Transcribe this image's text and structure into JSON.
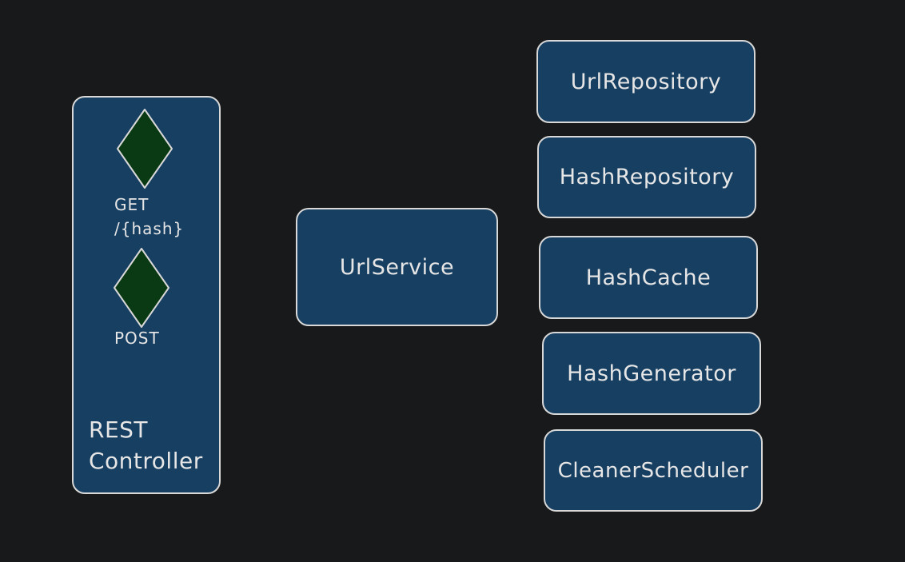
{
  "diagram": {
    "controller": {
      "label_line1": "REST",
      "label_line2": "Controller",
      "endpoints": [
        {
          "line1": "GET",
          "line2": "/{hash}"
        },
        {
          "line1": "POST",
          "line2": ""
        }
      ]
    },
    "service": {
      "label": "UrlService"
    },
    "components": [
      {
        "label": "UrlRepository"
      },
      {
        "label": "HashRepository"
      },
      {
        "label": "HashCache"
      },
      {
        "label": "HashGenerator"
      },
      {
        "label": "CleanerScheduler"
      }
    ]
  },
  "colors": {
    "background": "#18191b",
    "box_fill": "#173f62",
    "box_stroke": "#d8d8d8",
    "diamond_fill": "#0a3a14",
    "text": "#e6e6e6"
  }
}
